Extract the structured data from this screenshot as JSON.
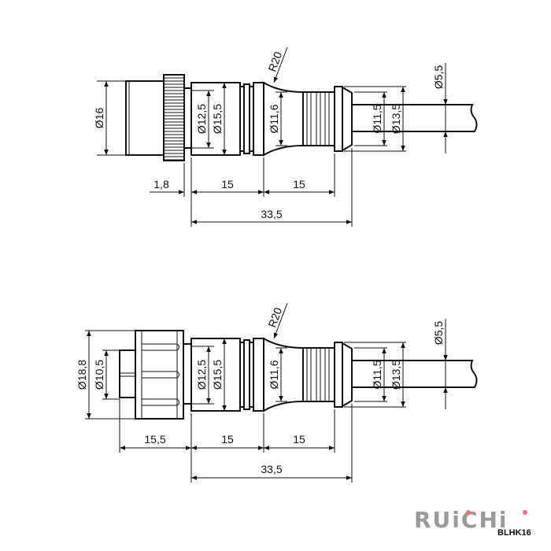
{
  "top_view": {
    "dia_plug": "Ø16",
    "dia_body_inner": "Ø12,5",
    "dia_body_outer": "Ø15,5",
    "dia_neck": "Ø11,6",
    "dia_tail_inner": "Ø11,5",
    "dia_tail_outer": "Ø13,5",
    "dia_cable": "Ø5,5",
    "radius": "R20",
    "len_gap": "1,8",
    "len_body": "15",
    "len_boot": "15",
    "len_total": "33,5"
  },
  "bottom_view": {
    "dia_nut": "Ø18,8",
    "dia_socket": "Ø10,5",
    "dia_body_inner": "Ø12,5",
    "dia_body_outer": "Ø15,5",
    "dia_neck": "Ø11,6",
    "dia_tail_inner": "Ø11,5",
    "dia_tail_outer": "Ø13,5",
    "dia_cable": "Ø5,5",
    "radius": "R20",
    "len_front": "15,5",
    "len_body": "15",
    "len_boot": "15",
    "len_total": "33,5"
  },
  "brand": {
    "logo": "RUiCHi",
    "model": "BLHK16",
    "logo_dot_color": "#f07080"
  }
}
